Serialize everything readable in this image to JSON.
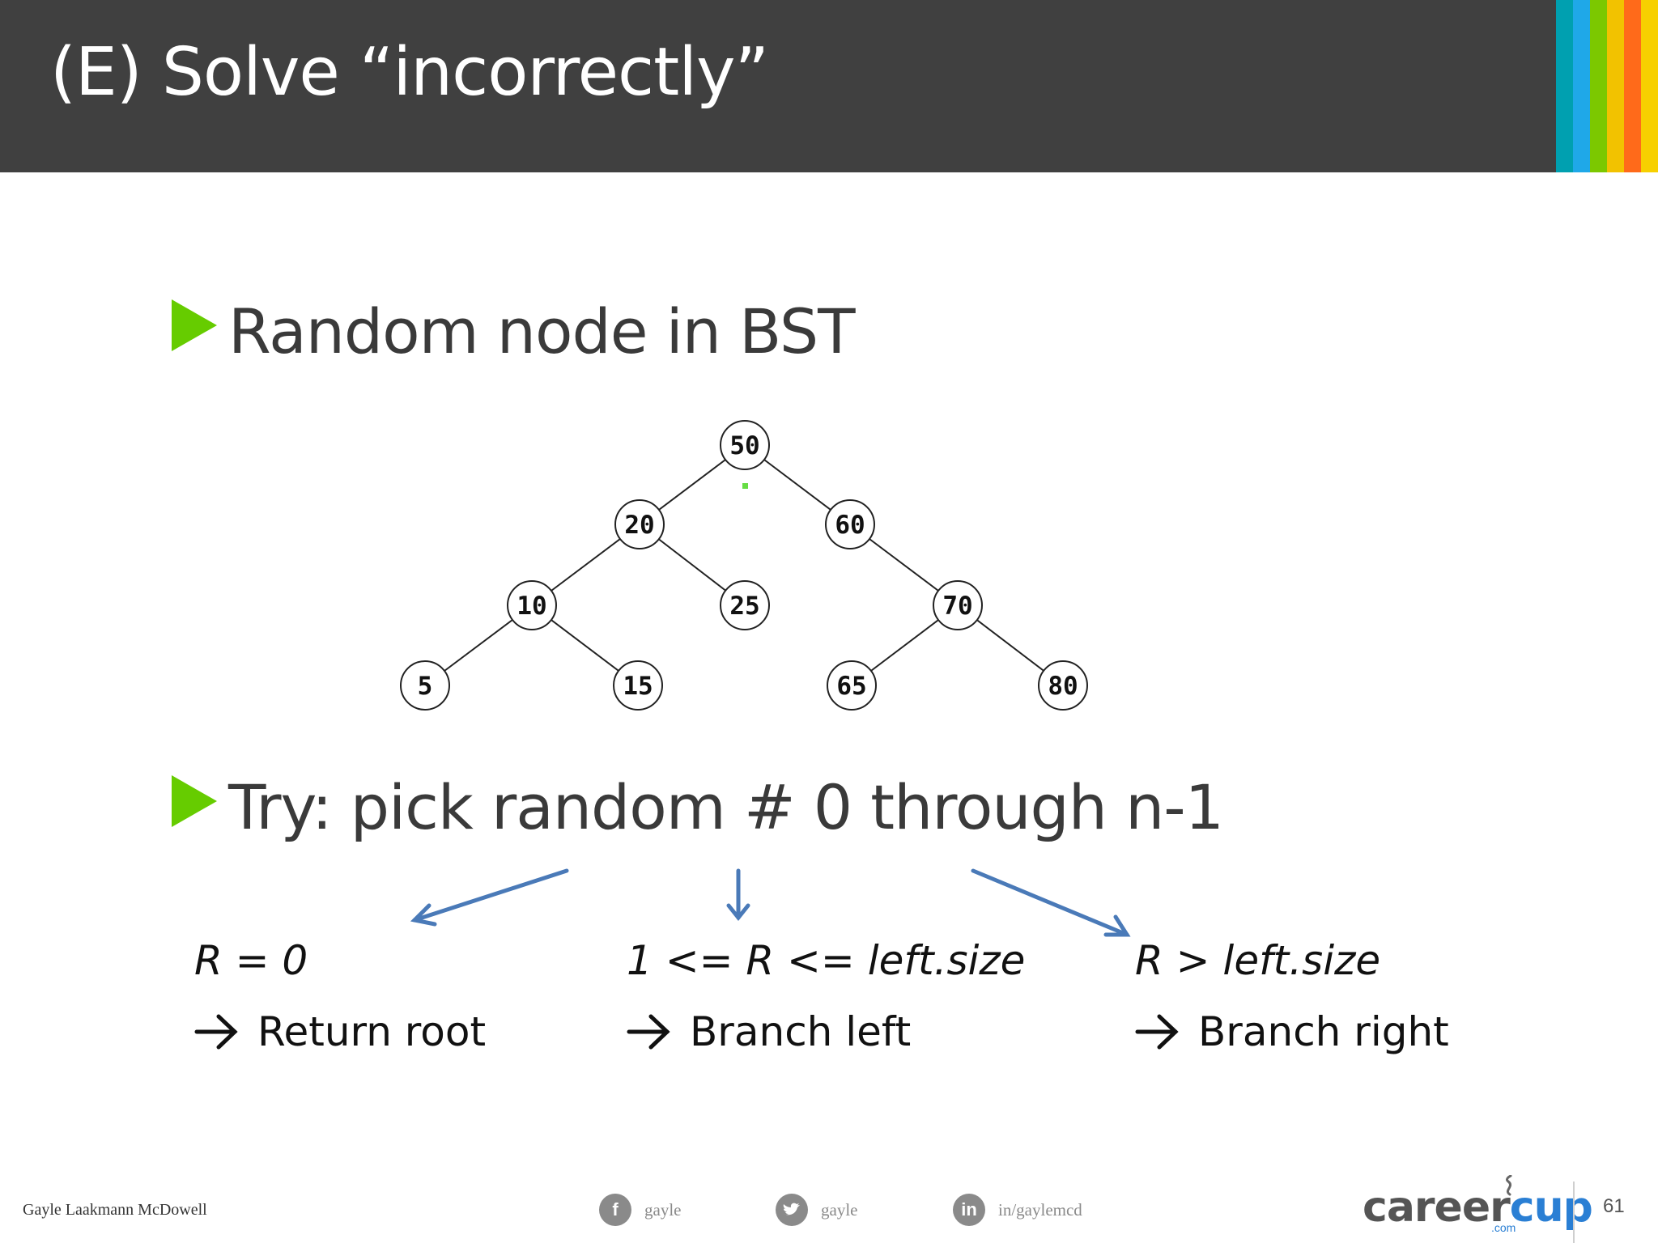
{
  "slide": {
    "title": "(E) Solve “incorrectly”",
    "bullets": [
      "Random node in BST",
      "Try: pick random # 0 through n-1"
    ],
    "tree": {
      "nodes": [
        "50",
        "20",
        "60",
        "10",
        "25",
        "70",
        "5",
        "15",
        "65",
        "80"
      ]
    },
    "cases": [
      {
        "condition": "R = 0",
        "result": "Return root"
      },
      {
        "condition": "1 <= R <= left.size",
        "result": "Branch left"
      },
      {
        "condition": "R > left.size",
        "result": "Branch right"
      }
    ]
  },
  "footer": {
    "author": "Gayle Laakmann McDowell",
    "facebook": "gayle",
    "twitter": "gayle",
    "linkedin": "in/gaylemcd",
    "logo_part1": "career",
    "logo_part2": "cup",
    "logo_com": ".com",
    "page_number": "61"
  },
  "colors": {
    "header_bg": "#404040",
    "bullet": "#66cc00",
    "arrow": "#4a7ab8",
    "stripes": [
      "#00a0b0",
      "#1fa8e8",
      "#7cc800",
      "#f2c200",
      "#ff6a1a",
      "#f7d000"
    ]
  },
  "icons": [
    "facebook-icon",
    "twitter-icon",
    "linkedin-icon",
    "arrow-right-icon"
  ]
}
